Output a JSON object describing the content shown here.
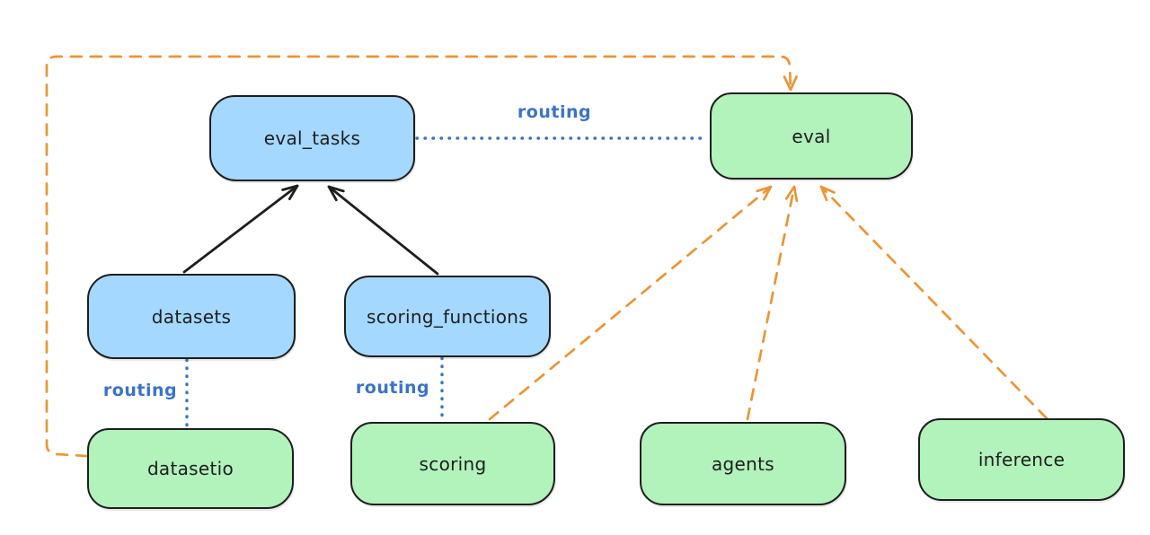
{
  "diagram": {
    "colors": {
      "background": "#ffffff",
      "node_border": "#1e1e1e",
      "api_fill": "#a5d8ff",
      "provider_fill": "#b2f2bb",
      "routing_blue": "#3a74c8",
      "provider_orange": "#e99537",
      "text_dark": "#1e1e1e"
    },
    "nodes": {
      "eval_tasks": {
        "label": "eval_tasks",
        "kind": "api",
        "fill": "#a5d8ff"
      },
      "datasets": {
        "label": "datasets",
        "kind": "api",
        "fill": "#a5d8ff"
      },
      "scoring_functions": {
        "label": "scoring_functions",
        "kind": "api",
        "fill": "#a5d8ff"
      },
      "eval": {
        "label": "eval",
        "kind": "provider",
        "fill": "#b2f2bb"
      },
      "datasetio": {
        "label": "datasetio",
        "kind": "provider",
        "fill": "#b2f2bb"
      },
      "scoring": {
        "label": "scoring",
        "kind": "provider",
        "fill": "#b2f2bb"
      },
      "agents": {
        "label": "agents",
        "kind": "provider",
        "fill": "#b2f2bb"
      },
      "inference": {
        "label": "inference",
        "kind": "provider",
        "fill": "#b2f2bb"
      }
    },
    "edges": [
      {
        "from": "datasets",
        "to": "eval_tasks",
        "style": "solid-black-arrow",
        "label": ""
      },
      {
        "from": "scoring_functions",
        "to": "eval_tasks",
        "style": "solid-black-arrow",
        "label": ""
      },
      {
        "from": "eval_tasks",
        "to": "eval",
        "style": "dotted-blue",
        "label": "routing"
      },
      {
        "from": "datasets",
        "to": "datasetio",
        "style": "dotted-blue",
        "label": "routing"
      },
      {
        "from": "scoring_functions",
        "to": "scoring",
        "style": "dotted-blue",
        "label": "routing"
      },
      {
        "from": "datasetio",
        "to": "eval",
        "style": "dashed-orange-arrow",
        "label": ""
      },
      {
        "from": "scoring",
        "to": "eval",
        "style": "dashed-orange-arrow",
        "label": ""
      },
      {
        "from": "agents",
        "to": "eval",
        "style": "dashed-orange-arrow",
        "label": ""
      },
      {
        "from": "inference",
        "to": "eval",
        "style": "dashed-orange-arrow",
        "label": ""
      }
    ]
  }
}
